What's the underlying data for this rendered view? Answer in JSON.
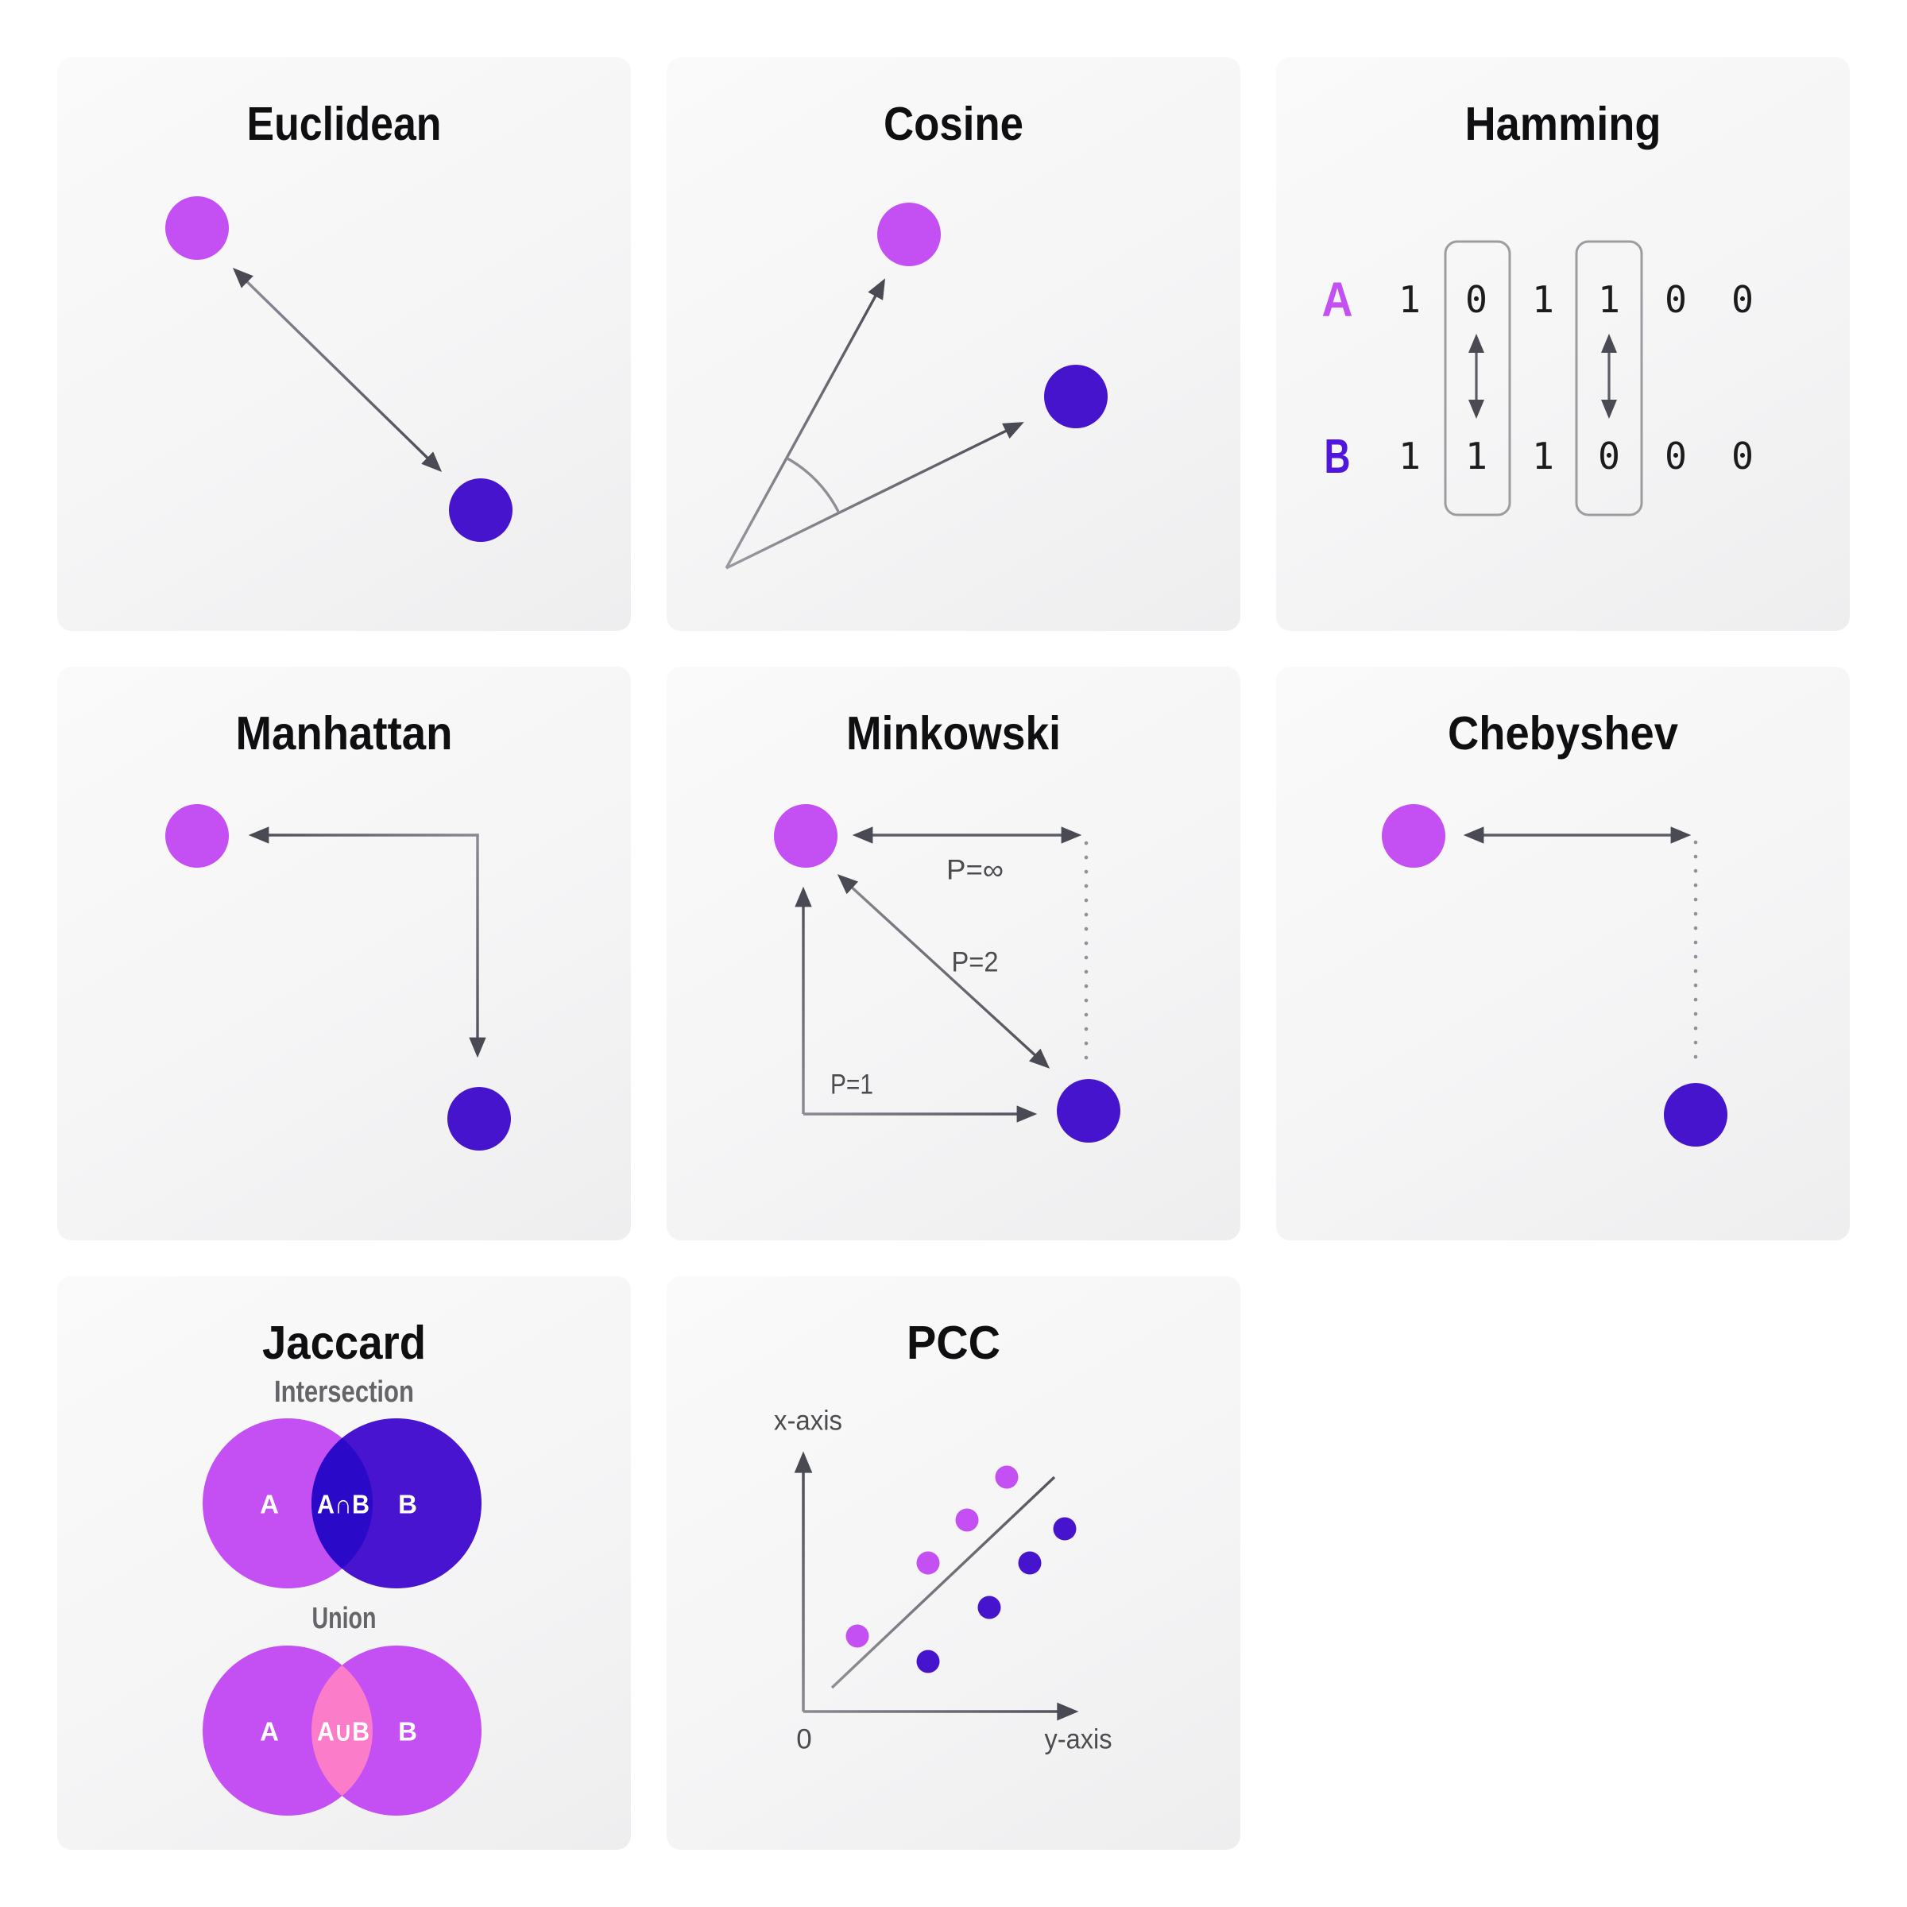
{
  "page": {
    "background": "#ffffff",
    "description": "Grid of eight distance and similarity metric diagrams"
  },
  "palette": {
    "magenta": "#c44ff2",
    "indigo": "#4614cd",
    "venn_intersection_left": "#c44ff2",
    "venn_intersection_right": "#4814cf",
    "venn_intersection_overlap": "#2a09c8",
    "venn_union_circle": "#c44ff2",
    "venn_union_overlap": "#fb7dc9",
    "arrow_light": "#90909a",
    "arrow_dark": "#4a4a54",
    "dotted_line": "#97979d",
    "title_text": "#121214",
    "gray_text": "#515157"
  },
  "cards": {
    "euclidean": {
      "title": "Euclidean"
    },
    "cosine": {
      "title": "Cosine"
    },
    "hamming": {
      "title": "Hamming",
      "row_a_label": "A",
      "row_b_label": "B",
      "row_a_bits": [
        "1",
        "0",
        "1",
        "1",
        "0",
        "0"
      ],
      "row_b_bits": [
        "1",
        "1",
        "1",
        "0",
        "0",
        "0"
      ],
      "highlighted_columns": [
        2,
        4
      ]
    },
    "manhattan": {
      "title": "Manhattan"
    },
    "minkowski": {
      "title": "Minkowski",
      "label_p_infinity": "P=∞",
      "label_p_2": "P=2",
      "label_p_1": "P=1"
    },
    "chebyshev": {
      "title": "Chebyshev"
    },
    "jaccard": {
      "title": "Jaccard",
      "subtitle_intersection": "Intersection",
      "subtitle_union": "Union",
      "label_a": "A",
      "label_b": "B",
      "label_intersection": "A∩B",
      "label_union": "A∪B"
    },
    "pcc": {
      "title": "PCC",
      "label_x_axis": "x-axis",
      "label_y_axis": "y-axis",
      "label_origin": "0",
      "scatter": {
        "magenta_points": [
          [
            240,
            453
          ],
          [
            329,
            361
          ],
          [
            378,
            307
          ],
          [
            428,
            253
          ]
        ],
        "indigo_points": [
          [
            329,
            485
          ],
          [
            406,
            417
          ],
          [
            457,
            361
          ],
          [
            501,
            318
          ]
        ],
        "point_radius": 14.5,
        "trend_line": [
          [
            208,
            518
          ],
          [
            488,
            253
          ]
        ]
      }
    }
  }
}
